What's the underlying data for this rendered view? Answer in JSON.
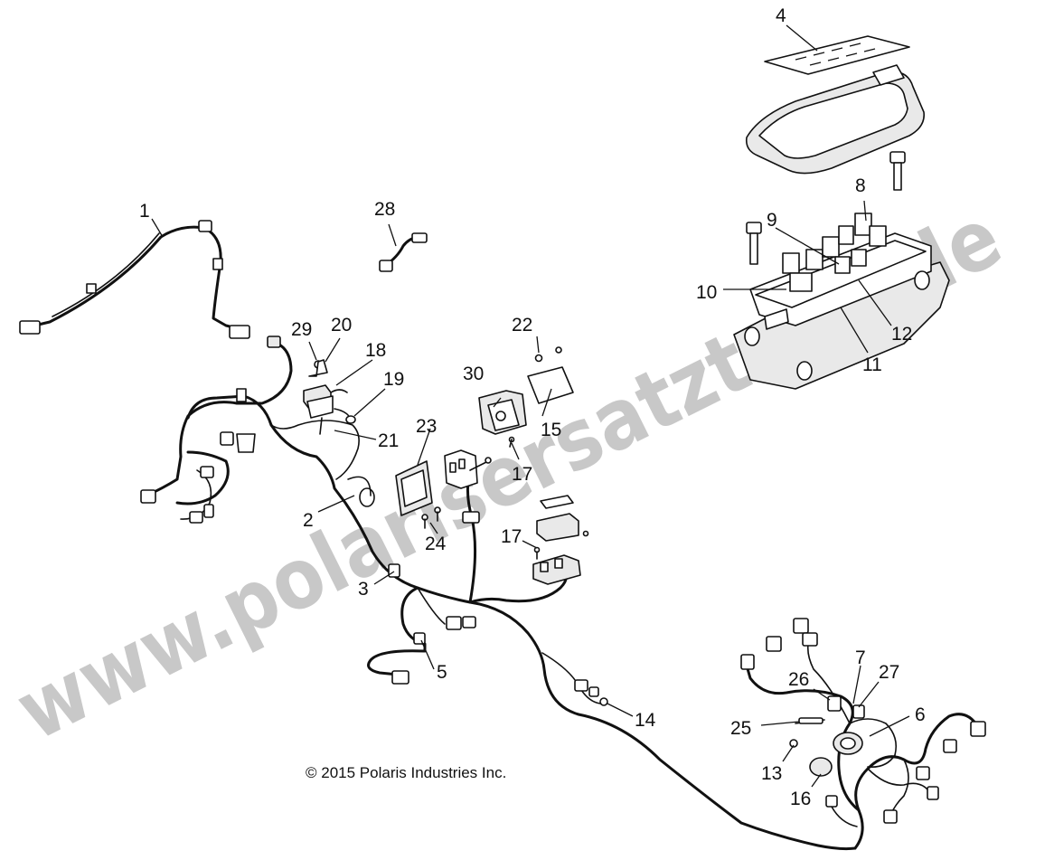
{
  "diagram": {
    "copyright": "© 2015 Polaris Industries Inc.",
    "watermark": "www.polarisersatzteile.de",
    "callouts": [
      "1",
      "2",
      "3",
      "4",
      "5",
      "6",
      "7",
      "8",
      "9",
      "10",
      "11",
      "12",
      "13",
      "14",
      "15",
      "16",
      "17",
      "17",
      "18",
      "19",
      "20",
      "21",
      "22",
      "23",
      "24",
      "25",
      "26",
      "27",
      "28",
      "29",
      "30"
    ]
  }
}
